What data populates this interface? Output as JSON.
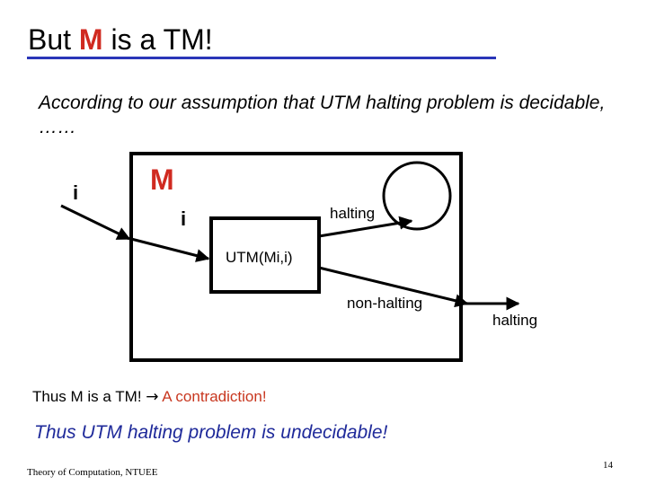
{
  "slide": {
    "title_prefix": "But ",
    "title_m": "M",
    "title_suffix": " is a TM!",
    "intro": "According to our assumption that UTM halting problem is decidable, ……",
    "thus_line": {
      "text": "Thus M is a TM! ",
      "arrow": "→",
      "highlight": " A contradiction!"
    },
    "conclusion": "Thus UTM halting problem is undecidable!",
    "footer": "Theory of Computation, NTUEE",
    "page_number": "14"
  },
  "diagram": {
    "outer_input_label": "i",
    "machine_label": "M",
    "inner_input_label": "i",
    "utm_label": "UTM(Mi,i)",
    "halting_label": "halting",
    "non_halting_label": "non-halting",
    "output_halting_label": "halting"
  },
  "colors": {
    "title_rule": "#2a35b8",
    "machine_label": "#d02a20",
    "contradiction": "#c8371f",
    "conclusion": "#1f2a9a"
  }
}
